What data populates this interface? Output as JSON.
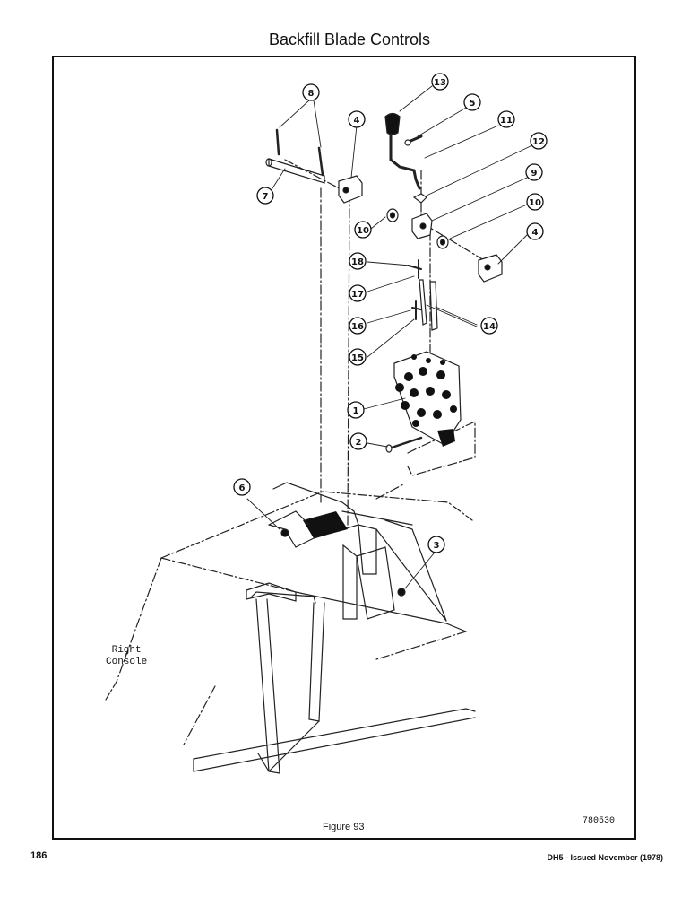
{
  "page": {
    "title": "Backfill Blade Controls",
    "page_number": "186",
    "footer_right": "DH5 - Issued November (1978)"
  },
  "figure": {
    "caption": "Figure 93",
    "drawing_number": "780530",
    "console_label_line1": "Right",
    "console_label_line2": "Console"
  },
  "callouts": [
    "1",
    "2",
    "3",
    "4",
    "4",
    "5",
    "6",
    "7",
    "8",
    "9",
    "10",
    "10",
    "11",
    "12",
    "13",
    "14",
    "15",
    "16",
    "17",
    "18"
  ]
}
